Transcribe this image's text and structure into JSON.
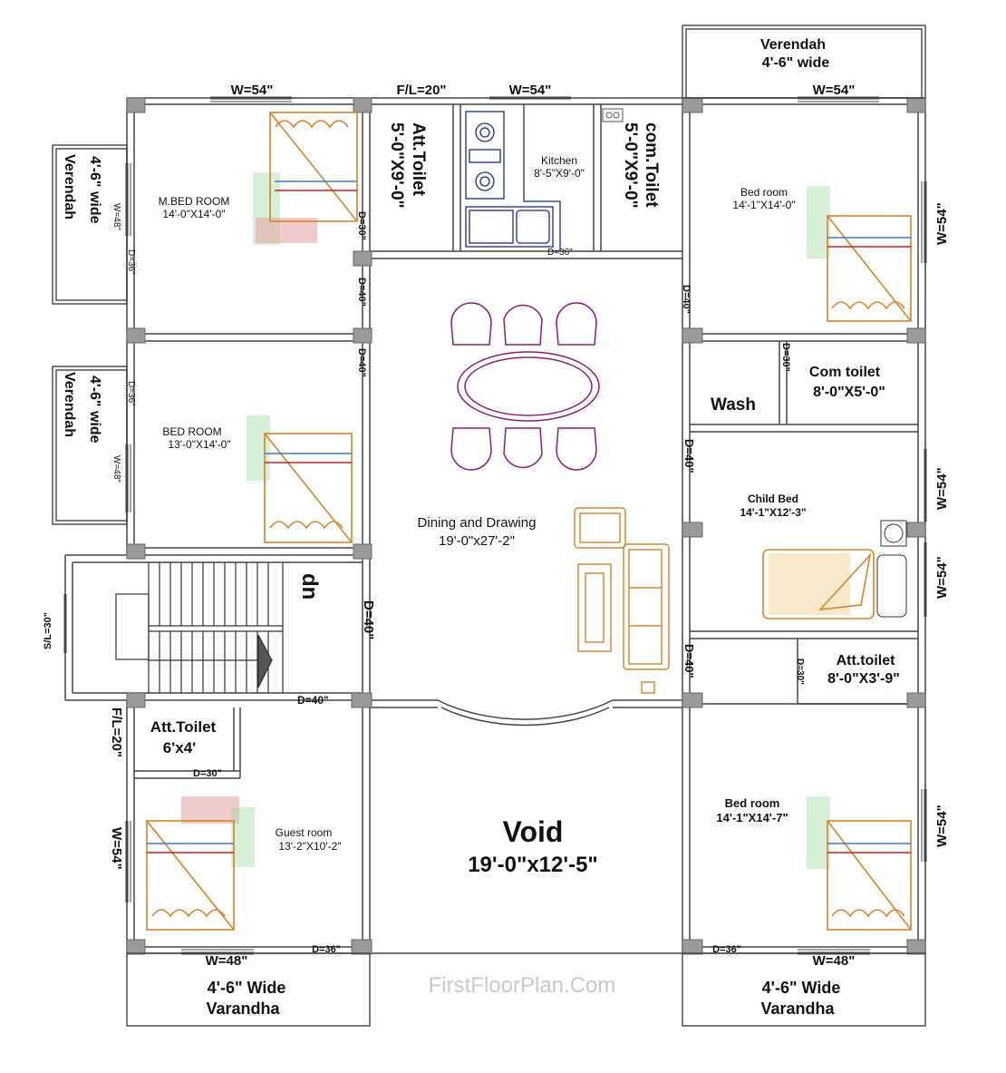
{
  "labels": {
    "verendah_top_name": "Verendah",
    "verendah_top_size": "4'-6\" wide",
    "win_w54": "W=54\"",
    "win_w48": "W=48\"",
    "fl20": "F/L=20\"",
    "fl20_left": "F/L=20\"",
    "sl30": "S/L=30\"",
    "d30": "D=30\"",
    "d36": "D=36\"",
    "d40": "D=40\"",
    "wing_verendah_name": "Verendah",
    "wing_verendah_size": "4'-6\" wide",
    "dn": "dn"
  },
  "rooms": {
    "master_bed": {
      "name": "M.BED ROOM",
      "size": "14'-0\"X14'-0\""
    },
    "att_toilet_top": {
      "name": "Att.Toilet",
      "size": "5'-0\"X9'-0\""
    },
    "kitchen": {
      "name": "Kitchen",
      "size": "8'-5\"X9'-0\""
    },
    "com_toilet_top": {
      "name": "com.Toilet",
      "size": "5'-0\"X9'-0\""
    },
    "bed_room_right": {
      "name": "Bed room",
      "size": "14'-1\"X14'-0\""
    },
    "bed_room_left": {
      "name": "BED ROOM",
      "size": "13'-0\"X14'-0\""
    },
    "com_toilet": {
      "name": "Com toilet",
      "size": "8'-0\"X5'-0\""
    },
    "wash": {
      "name": "Wash"
    },
    "child_bed": {
      "name": "Child Bed",
      "size": "14'-1\"X12'-3\""
    },
    "dining": {
      "name": "Dining and Drawing",
      "size": "19'-0\"x27'-2\""
    },
    "att_toilet_right": {
      "name": "Att.toilet",
      "size": "8'-0\"X3'-9\""
    },
    "att_toilet_left": {
      "name": "Att.Toilet",
      "size": "6'x4'"
    },
    "guest_room": {
      "name": "Guest room",
      "size": "13'-2\"X10'-2\""
    },
    "void": {
      "name": "Void",
      "size": "19'-0\"x12'-5\""
    },
    "bed_room_lower_right": {
      "name": "Bed room",
      "size": "14'-1\"X14'-7\""
    },
    "varandha_left": {
      "name": "4'-6\" Wide",
      "name2": "Varandha"
    },
    "varandha_right": {
      "name": "4'-6\" Wide",
      "name2": "Varandha"
    }
  },
  "watermark": "FirstFloorPlan.Com",
  "colors": {
    "wall": "#444444",
    "column": "#9a9a9a",
    "furniture_bed": "#d9822b",
    "furniture_dining": "#8a1e7a",
    "kitchen": "#1d2a8a",
    "bedding_red": "#cc2222",
    "bedding_green": "#3aa043"
  }
}
